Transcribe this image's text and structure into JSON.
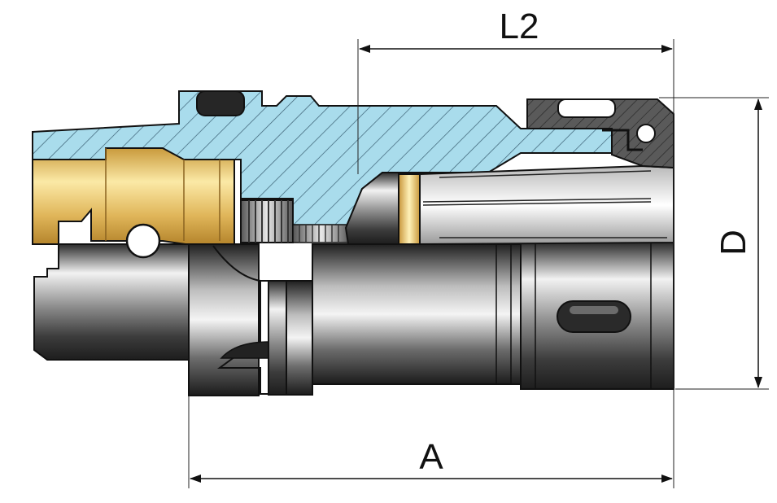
{
  "dimensions": {
    "L2": "L2",
    "A": "A",
    "D": "D"
  },
  "colors": {
    "section_fill": "#a9dcec",
    "hatch": "#3a5f73",
    "brass": "#e7c56a",
    "steel_dark": "#3a3a3a",
    "steel_light": "#d8d8d8",
    "outline": "#111111",
    "background": "#ffffff"
  }
}
